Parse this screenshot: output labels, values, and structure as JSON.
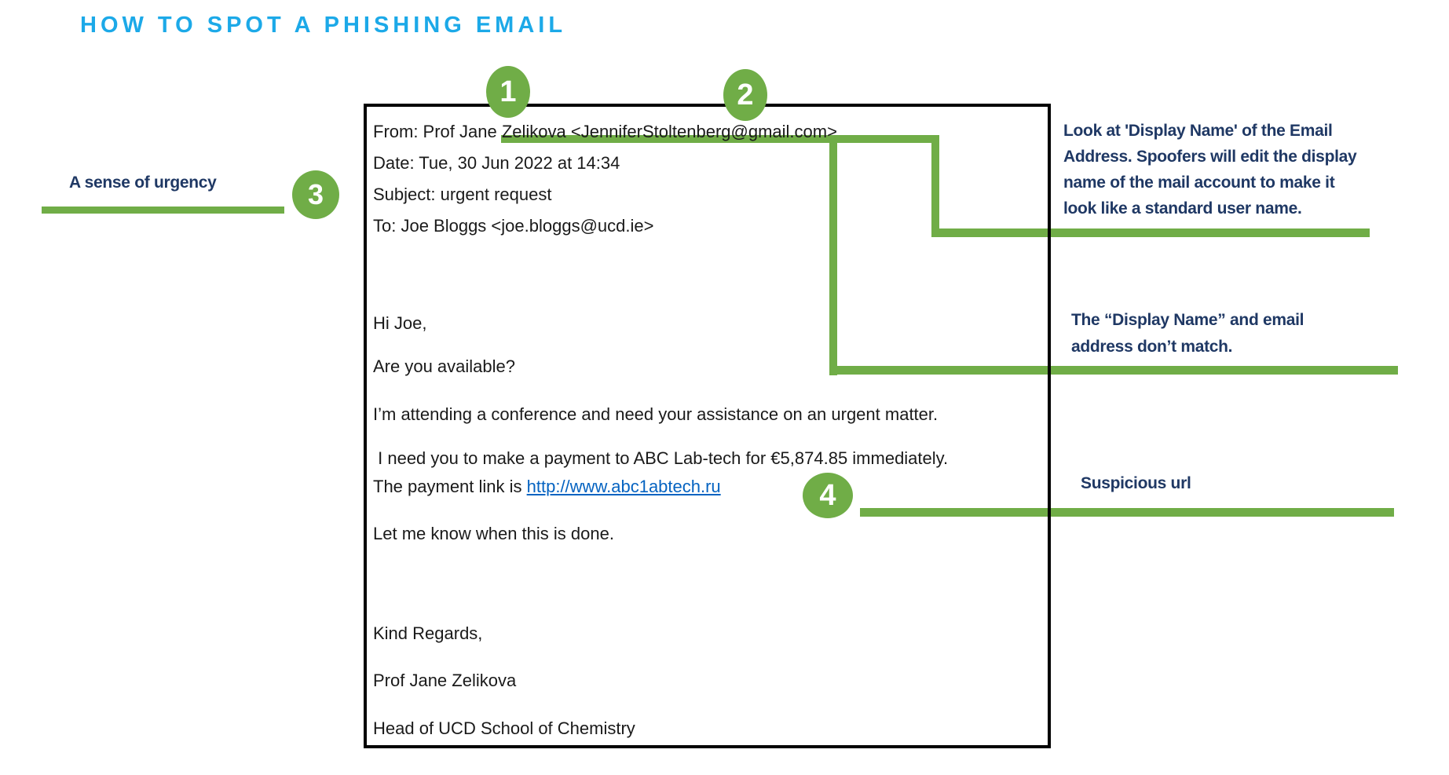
{
  "title": "HOW TO SPOT A PHISHING EMAIL",
  "colors": {
    "title_blue": "#1CA9E8",
    "accent_green": "#70AD47",
    "note_navy": "#1F3864",
    "link_blue": "#0563C1",
    "text_black": "#1a1a1a"
  },
  "email": {
    "header": {
      "from": "From: Prof Jane Zelikova <JenniferStoltenberg@gmail.com>",
      "date": "Date: Tue, 30 Jun 2022 at 14:34",
      "subject": "Subject: urgent request",
      "to": "To: Joe Bloggs <joe.bloggs@ucd.ie>"
    },
    "body": {
      "greeting": "Hi Joe,",
      "availability": "Are you available?",
      "conference": "I’m attending a conference and need your assistance on an urgent matter.",
      "payment": " I need you to make a payment to ABC Lab-tech for €5,874.85 immediately.",
      "link_prefix": "The payment link is ",
      "link_url": "http://www.abc1abtech.ru",
      "done": "Let me know when this is done.",
      "signoff": "Kind Regards,",
      "signature_name": "Prof Jane Zelikova",
      "signature_role": "Head of UCD School of Chemistry"
    }
  },
  "callouts": {
    "markers": {
      "one": "1",
      "two": "2",
      "three": "3",
      "four": "4"
    },
    "urgency": "A sense of urgency",
    "display_name_note_lines": [
      "Look at 'Display Name' of the Email",
      "Address. Spoofers will edit the display",
      "name of the mail account to make it",
      "look like a standard user name."
    ],
    "mismatch_note_lines": [
      "The “Display Name” and email",
      "address don’t match."
    ],
    "suspicious_url": "Suspicious url"
  }
}
